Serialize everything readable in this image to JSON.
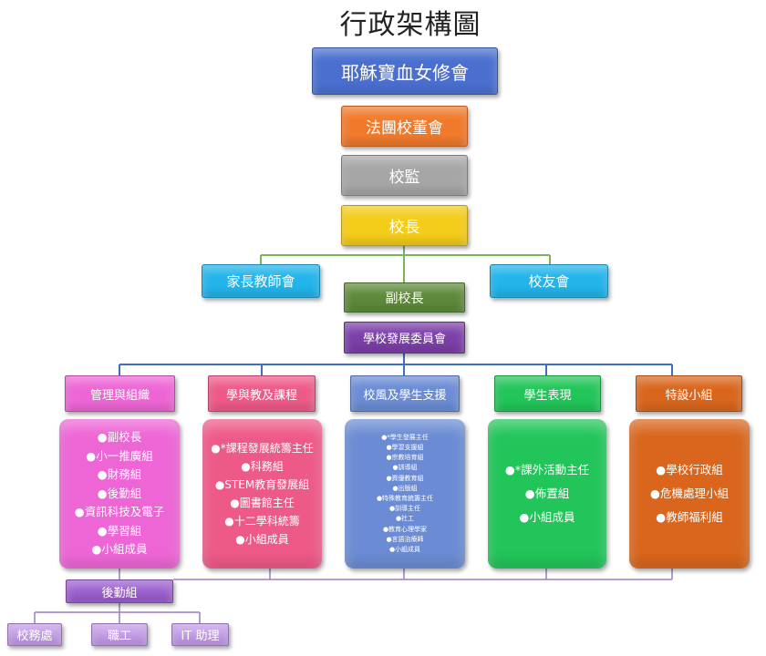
{
  "title": "行政架構圖",
  "top": {
    "congregation": "耶穌寶血女修會",
    "board": "法團校董會",
    "supervisor": "校監",
    "principal": "校長",
    "pta": "家長教師會",
    "alumni": "校友會",
    "vice_principal": "副校長",
    "dev_committee": "學校發展委員會"
  },
  "departments": [
    {
      "label": "管理與組織",
      "items": [
        "●副校長",
        "●小一推廣組",
        "●財務組",
        "●後勤組",
        "●資訊科技及電子",
        "●學習組",
        "●小組成員"
      ]
    },
    {
      "label": "學與教及課程",
      "items": [
        "●*課程發展統籌主任",
        "●科務組",
        "●STEM教育發展組",
        "●圖書館主任",
        "●十二學科統籌",
        "●小組成員"
      ]
    },
    {
      "label": "校風及學生支援",
      "items": [
        "●*學生發展主任",
        "●學習支援組",
        "●宗教培育組",
        "●訓導組",
        "●資優教育組",
        "●出版組",
        "●特殊教育統籌主任",
        "●訓導主任",
        "●社工",
        "●教育心理學家",
        "●言語治療師",
        "●小組成員"
      ]
    },
    {
      "label": "學生表現",
      "items": [
        "●*課外活動主任",
        "●佈置組",
        "●小組成員"
      ]
    },
    {
      "label": "特設小組",
      "items": [
        "●學校行政組",
        "●危機處理小組",
        "●教師福利組"
      ]
    }
  ],
  "logistics": {
    "label": "後勤組",
    "subs": [
      "校務處",
      "職工",
      "IT 助理"
    ]
  },
  "colors": {
    "congregation": "#4a6fcf",
    "board": "#f07a2c",
    "supervisor": "#a6a6a6",
    "principal": "#f4cc1a",
    "pta": "#22b4ea",
    "alumni": "#22b4ea",
    "vice_principal": "#5d8a3a",
    "dev_committee": "#7b3fa8",
    "dept1": "#ee66d6",
    "dept2": "#ee5a88",
    "dept3": "#6b8cd4",
    "dept4": "#22c55a",
    "dept5": "#d9661c",
    "logistics": "#9b5fce",
    "logistics_sub": "#c39be6",
    "line_green": "#7db35a",
    "line_blue": "#3e6fc2",
    "line_purple": "#9a7fc4"
  }
}
